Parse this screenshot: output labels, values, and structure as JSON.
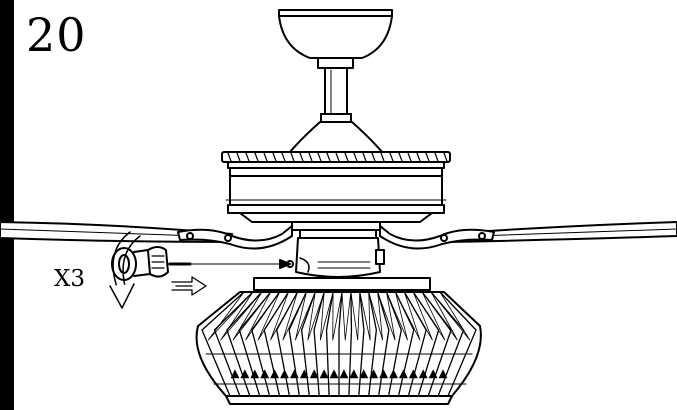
{
  "step": {
    "number": "20"
  },
  "annotation": {
    "repeat": "X3"
  },
  "colors": {
    "ink": "#000000",
    "background": "#ffffff"
  },
  "parts": {
    "ceiling_canopy": "canopy",
    "downrod": "downrod",
    "motor_housing": "motor-housing",
    "blades": "blades",
    "blade_brackets": "blade-brackets",
    "switch_housing": "switch-housing",
    "lamp_shade": "lamp-shade",
    "screws": "screw",
    "hand": "hand",
    "arrows": [
      "rotation-arrow",
      "direction-arrow"
    ]
  }
}
